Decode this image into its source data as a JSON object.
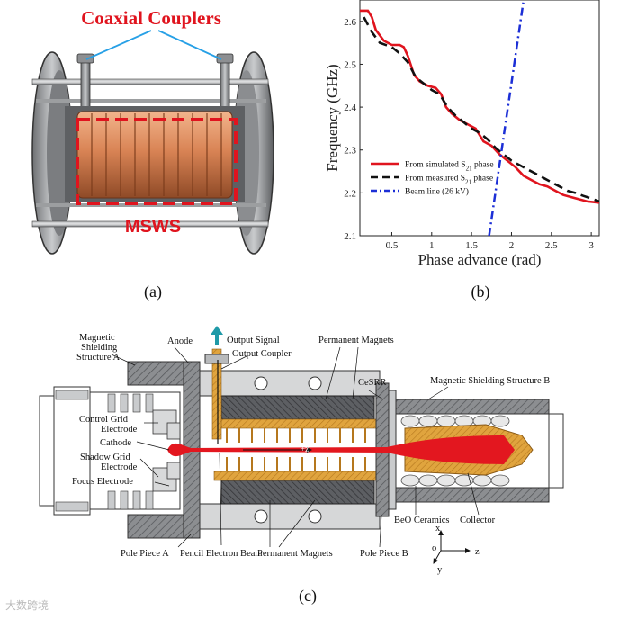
{
  "panel_a": {
    "caption": "(a)",
    "label_top": "Coaxial Couplers",
    "label_bottom": "MSWS"
  },
  "panel_b": {
    "caption": "(b)"
  },
  "panel_c": {
    "caption": "(c)",
    "labels": {
      "magnetic_shielding_a": [
        "Magnetic",
        "Shielding",
        "Structure A"
      ],
      "anode": "Anode",
      "output_signal": "Output Signal",
      "output_coupler": "Output Coupler",
      "permanent_magnets_top": "Permanent Magnets",
      "cesrr": "CeSRR",
      "magnetic_shielding_b": "Magnetic Shielding Structure B",
      "control_grid": [
        "Control Grid",
        "Electrode"
      ],
      "cathode": "Cathode",
      "shadow_grid": [
        "Shadow Grid",
        "Electrode"
      ],
      "focus_electrode": "Focus Electrode",
      "z_marker": "+z",
      "beo_ceramics": "BeO Ceramics",
      "collector": "Collector",
      "pole_piece_a": "Pole Piece A",
      "pencil_beam": "Pencil Electron Beam",
      "permanent_magnets_bottom": "Permanent Magnets",
      "pole_piece_b": "Pole Piece B",
      "axis_x": "x",
      "axis_o": "o",
      "axis_y": "y",
      "axis_z": "z"
    }
  },
  "watermark": "大数跨境",
  "chart_data": {
    "type": "line",
    "title": "",
    "xlabel": "Phase advance (rad)",
    "ylabel": "Frequency (GHz)",
    "xlim": [
      0.1,
      3.1
    ],
    "ylim": [
      2.1,
      2.65
    ],
    "xticks": [
      0.5,
      1,
      1.5,
      2,
      2.5,
      3
    ],
    "xtick_labels": [
      "0.5",
      "1",
      "1.5",
      "2",
      "2.5",
      "3"
    ],
    "yticks": [
      2.1,
      2.2,
      2.3,
      2.4,
      2.5,
      2.6
    ],
    "ytick_labels": [
      "2.1",
      "2.2",
      "2.3",
      "2.4",
      "2.5",
      "2.6"
    ],
    "grid": false,
    "legend_position": "bottom-left",
    "series": [
      {
        "name": "From simulated S21 phase",
        "name_main": "From simulated S",
        "name_sub": "21",
        "name_tail": " phase",
        "color": "#e0141e",
        "dash": "solid",
        "x": [
          0.1,
          0.2,
          0.25,
          0.3,
          0.4,
          0.5,
          0.6,
          0.65,
          0.7,
          0.78,
          0.85,
          0.95,
          1.05,
          1.12,
          1.18,
          1.25,
          1.35,
          1.45,
          1.55,
          1.65,
          1.75,
          1.85,
          1.95,
          2.05,
          2.15,
          2.25,
          2.35,
          2.45,
          2.55,
          2.65,
          2.75,
          2.85,
          2.95,
          3.05,
          3.1
        ],
        "y": [
          2.625,
          2.625,
          2.61,
          2.58,
          2.555,
          2.545,
          2.545,
          2.54,
          2.52,
          2.475,
          2.46,
          2.45,
          2.445,
          2.43,
          2.4,
          2.385,
          2.37,
          2.36,
          2.35,
          2.32,
          2.31,
          2.29,
          2.275,
          2.26,
          2.24,
          2.23,
          2.22,
          2.215,
          2.205,
          2.195,
          2.19,
          2.185,
          2.18,
          2.178,
          2.177
        ]
      },
      {
        "name": "From measured S21 phase",
        "name_main": "From measured S",
        "name_sub": "21",
        "name_tail": " phase",
        "color": "#111111",
        "dash": "dashed",
        "x": [
          0.15,
          0.25,
          0.35,
          0.5,
          0.6,
          0.7,
          0.8,
          0.9,
          1.0,
          1.1,
          1.2,
          1.3,
          1.4,
          1.5,
          1.6,
          1.7,
          1.8,
          1.9,
          2.0,
          2.1,
          2.2,
          2.3,
          2.4,
          2.5,
          2.6,
          2.7,
          2.8,
          2.9,
          3.0,
          3.1
        ],
        "y": [
          2.61,
          2.575,
          2.55,
          2.54,
          2.525,
          2.505,
          2.47,
          2.455,
          2.44,
          2.43,
          2.4,
          2.38,
          2.365,
          2.35,
          2.34,
          2.325,
          2.305,
          2.29,
          2.275,
          2.265,
          2.255,
          2.245,
          2.235,
          2.225,
          2.215,
          2.205,
          2.2,
          2.193,
          2.187,
          2.18
        ]
      },
      {
        "name": "Beam line (26 kV)",
        "color": "#1c2fd6",
        "dash": "dashdot",
        "x": [
          1.72,
          2.16
        ],
        "y": [
          2.1,
          2.66
        ]
      }
    ]
  }
}
